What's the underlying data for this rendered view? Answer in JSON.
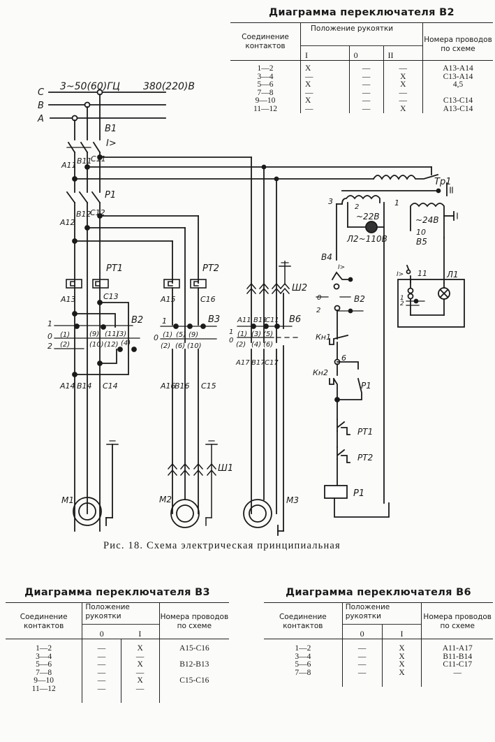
{
  "figure": {
    "caption": "Рис. 18. Схема электрическая принципиальная",
    "supply": {
      "frequency_label": "3~50(60)ГЦ",
      "voltage_label": "380(220)В",
      "phases": [
        "C",
        "B",
        "A"
      ]
    },
    "labels": {
      "breaker": "В1",
      "overcurrent": "I>",
      "a11": "А11",
      "b11": "В11",
      "c11": "С11",
      "p1_contacts": "Р1",
      "a12": "А12",
      "b12": "В12",
      "c12": "С12",
      "pt1": "РТ1",
      "pt2": "РТ2",
      "a13": "А13",
      "c13": "С13",
      "a14": "А14",
      "b14": "В14",
      "c14": "С14",
      "a15": "А15",
      "c16": "С16",
      "a16": "А16",
      "b16": "В16",
      "c15": "С15",
      "a17": "А17",
      "b17": "В17",
      "c17": "С17",
      "switch_b2": "В2",
      "switch_b3": "В3",
      "switch_b6_main": "В6",
      "plug_1": "Ш1",
      "plug_2": "Ш2",
      "motor_1": "М1",
      "motor_2": "М2",
      "motor_3": "М3",
      "transformer": "Тр1",
      "tap_3": "3",
      "tap_2": "2",
      "tap_1": "1",
      "volt_22": "~22В",
      "lamp_l2": "Л2~110В",
      "volt_24": "~24В",
      "wire_10": "10",
      "wire_11": "11",
      "wire_6": "6",
      "switch_b4": "В4",
      "switch_b5": "В5",
      "lamp_l1": "Л1",
      "kn1": "Кн1",
      "kn2": "Кн2",
      "coil_p1": "Р1",
      "p1_aux": "Р1",
      "pos_1": "1",
      "pos_0": "0",
      "pos_2": "2"
    },
    "b2_contacts": [
      "(1)",
      "(2)",
      "(9)",
      "(10)",
      "(11)",
      "(12)",
      "(3)",
      "(4)"
    ],
    "b3_contacts": [
      "(1)",
      "(2)",
      "(5)",
      "(6)",
      "(9)",
      "(10)"
    ],
    "b6_contacts": [
      "(1)",
      "(2)",
      "(3)",
      "(4)",
      "(5)",
      "(6)"
    ]
  },
  "tables": {
    "b2": {
      "title": "Диаграмма переключателя В2",
      "col_contacts": "Соединение контактов",
      "col_position": "Положение рукоятки",
      "positions": [
        "I",
        "0",
        "II"
      ],
      "col_wires": "Номера проводов по схеме",
      "rows": [
        {
          "contacts": "1—2",
          "marks": [
            "X",
            "—",
            "—"
          ],
          "wires": "А13-А14"
        },
        {
          "contacts": "3—4",
          "marks": [
            "—",
            "—",
            "X"
          ],
          "wires": "С13-А14"
        },
        {
          "contacts": "5—6",
          "marks": [
            "X",
            "—",
            "X"
          ],
          "wires": "4,5"
        },
        {
          "contacts": "7—8",
          "marks": [
            "—",
            "—",
            "—"
          ],
          "wires": ""
        },
        {
          "contacts": "9—10",
          "marks": [
            "X",
            "—",
            "—"
          ],
          "wires": "С13-С14"
        },
        {
          "contacts": "11—12",
          "marks": [
            "—",
            "—",
            "X"
          ],
          "wires": "А13-С14"
        }
      ]
    },
    "b3": {
      "title": "Диаграмма переключателя В3",
      "col_contacts": "Соединение контактов",
      "col_position": "Положение рукоятки",
      "positions": [
        "0",
        "I"
      ],
      "col_wires": "Номера проводов по схеме",
      "rows": [
        {
          "contacts": "1—2",
          "marks": [
            "—",
            "X"
          ],
          "wires": "А15-С16"
        },
        {
          "contacts": "3—4",
          "marks": [
            "—",
            "—"
          ],
          "wires": ""
        },
        {
          "contacts": "5—6",
          "marks": [
            "—",
            "X"
          ],
          "wires": "В12-В13"
        },
        {
          "contacts": "7—8",
          "marks": [
            "—",
            "—"
          ],
          "wires": ""
        },
        {
          "contacts": "9—10",
          "marks": [
            "—",
            "X"
          ],
          "wires": "С15-С16"
        },
        {
          "contacts": "11—12",
          "marks": [
            "—",
            "—"
          ],
          "wires": ""
        }
      ]
    },
    "b6": {
      "title": "Диаграмма переключателя В6",
      "col_contacts": "Соединение контактов",
      "col_position": "Положение рукоятки",
      "positions": [
        "0",
        "I"
      ],
      "col_wires": "Номера проводов по схеме",
      "rows": [
        {
          "contacts": "1—2",
          "marks": [
            "—",
            "X"
          ],
          "wires": "А11-А17"
        },
        {
          "contacts": "3—4",
          "marks": [
            "—",
            "X"
          ],
          "wires": "В11-В14"
        },
        {
          "contacts": "5—6",
          "marks": [
            "—",
            "X"
          ],
          "wires": "С11-С17"
        },
        {
          "contacts": "7—8",
          "marks": [
            "—",
            "X"
          ],
          "wires": "—"
        }
      ]
    }
  }
}
